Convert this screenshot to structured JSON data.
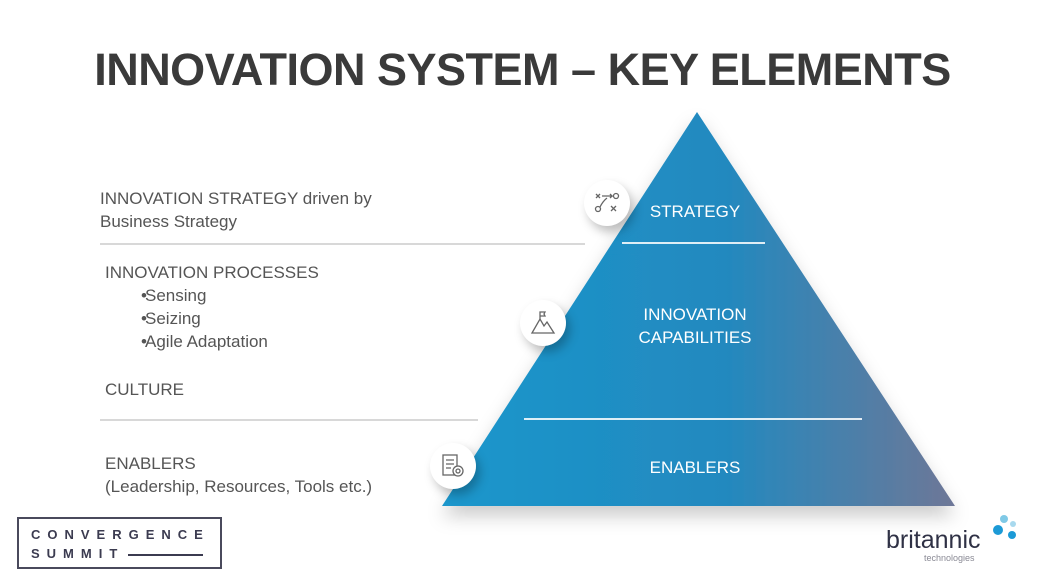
{
  "title": "INNOVATION SYSTEM – KEY ELEMENTS",
  "left": {
    "strategy_text": "INNOVATION STRATEGY driven by Business Strategy",
    "processes_heading": "INNOVATION PROCESSES",
    "processes": [
      "Sensing",
      "Seizing",
      "Agile Adaptation"
    ],
    "culture": "CULTURE",
    "enablers_heading": "ENABLERS",
    "enablers_detail": "(Leadership, Resources, Tools etc.)"
  },
  "pyramid": {
    "levels": [
      "STRATEGY",
      "INNOVATION CAPABILITIES",
      "ENABLERS"
    ],
    "icons": [
      "strategy-play-icon",
      "mountain-flag-icon",
      "checklist-gear-icon"
    ],
    "gradient_start": "#1b97cc",
    "gradient_end": "#6e7797"
  },
  "logos": {
    "convergence_line1": "CONVERGENCE",
    "convergence_line2": "SUMMIT",
    "britannic": "britannic",
    "britannic_sub": "technologies"
  }
}
